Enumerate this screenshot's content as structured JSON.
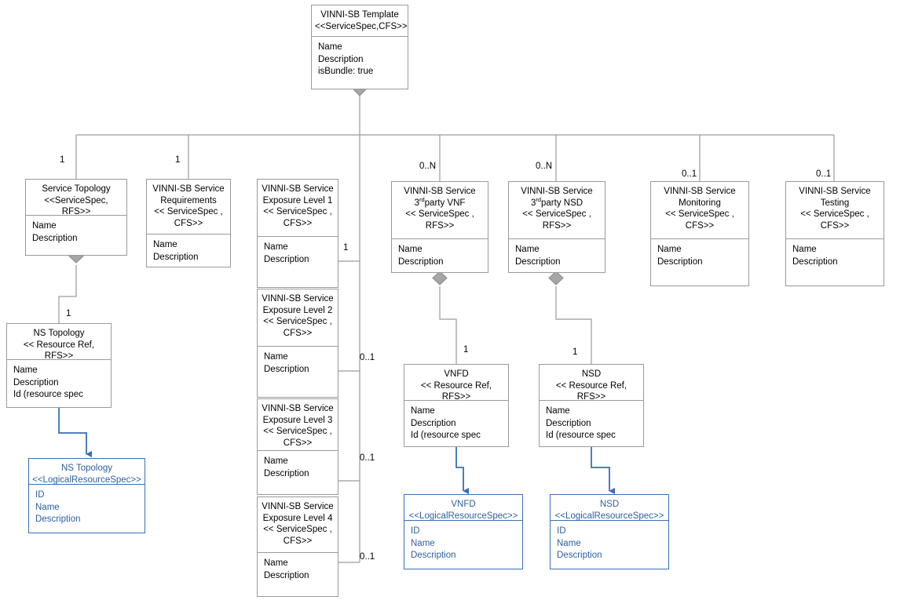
{
  "diagram": {
    "type": "uml-class-diagram",
    "title_node": "VINNI-SB Template",
    "line_color_default": "#9a9a9a",
    "line_color_blue": "#3a6fb5",
    "text_color_blue": "#2e5f9e"
  },
  "nodes": {
    "template": {
      "header": "VINNI-SB Template\n<<ServiceSpec,CFS>>",
      "body": "Name\nDescription\nisBundle: true"
    },
    "service_topology": {
      "header": "Service Topology\n<<ServiceSpec,\nRFS>>",
      "body": "Name\nDescription"
    },
    "ns_topology_rfs": {
      "header": "NS Topology\n<< Resource Ref,\nRFS>>",
      "body": "Name\nDescription\nId (resource spec"
    },
    "ns_topology_lrs": {
      "header": "NS Topology\n<<LogicalResourceSpec>>",
      "body": "ID\nName\nDescription"
    },
    "service_requirements": {
      "header": "VINNI-SB Service\nRequirements\n<< ServiceSpec ,\nCFS>>",
      "body": "Name\nDescription"
    },
    "exposure_level_1": {
      "header": "VINNI-SB Service\nExposure Level 1\n<< ServiceSpec ,\nCFS>>",
      "body": "Name\nDescription"
    },
    "exposure_level_2": {
      "header": "VINNI-SB Service\nExposure Level 2\n<< ServiceSpec ,\nCFS>>",
      "body": "Name\nDescription"
    },
    "exposure_level_3": {
      "header": "VINNI-SB Service\nExposure Level 3\n<< ServiceSpec ,\nCFS>>",
      "body": "Name\nDescription"
    },
    "exposure_level_4": {
      "header": "VINNI-SB Service\nExposure Level 4\n<< ServiceSpec ,\nCFS>>",
      "body": "Name\nDescription"
    },
    "third_party_vnf": {
      "header_line1": "VINNI-SB Service 3",
      "header_ord": "rd",
      "header_line2": "party VNF\n<< ServiceSpec ,\nRFS>>",
      "body": "Name\nDescription"
    },
    "third_party_nsd": {
      "header_line1": "VINNI-SB Service 3",
      "header_ord": "rd",
      "header_line2": "party NSD\n<< ServiceSpec ,\nRFS>>",
      "body": "Name\nDescription"
    },
    "vnfd_rfs": {
      "header": "VNFD\n<< Resource Ref,\nRFS>>",
      "body": "Name\nDescription\nId (resource spec"
    },
    "nsd_rfs": {
      "header": "NSD\n<< Resource Ref,\nRFS>>",
      "body": "Name\nDescription\nId (resource spec"
    },
    "vnfd_lrs": {
      "header": "VNFD\n<<LogicalResourceSpec>>",
      "body": "ID\nName\nDescription"
    },
    "nsd_lrs": {
      "header": "NSD\n<<LogicalResourceSpec>>",
      "body": "ID\nName\nDescription"
    },
    "service_monitoring": {
      "header": "VINNI-SB Service\nMonitoring\n<< ServiceSpec ,\nCFS>>",
      "body": "Name\nDescription"
    },
    "service_testing": {
      "header": "VINNI-SB Service\nTesting\n<< ServiceSpec ,\nCFS>>",
      "body": "Name\nDescription"
    }
  },
  "multiplicities": {
    "service_topology": "1",
    "service_requirements": "1",
    "ns_topology": "1",
    "exposure_level_1": "1",
    "exposure_level_2": "0..1",
    "exposure_level_3": "0..1",
    "exposure_level_4": "0..1",
    "third_party_vnf": "0..N",
    "third_party_nsd": "0..N",
    "vnfd": "1",
    "nsd": "1",
    "service_monitoring": "0..1",
    "service_testing": "0..1"
  }
}
